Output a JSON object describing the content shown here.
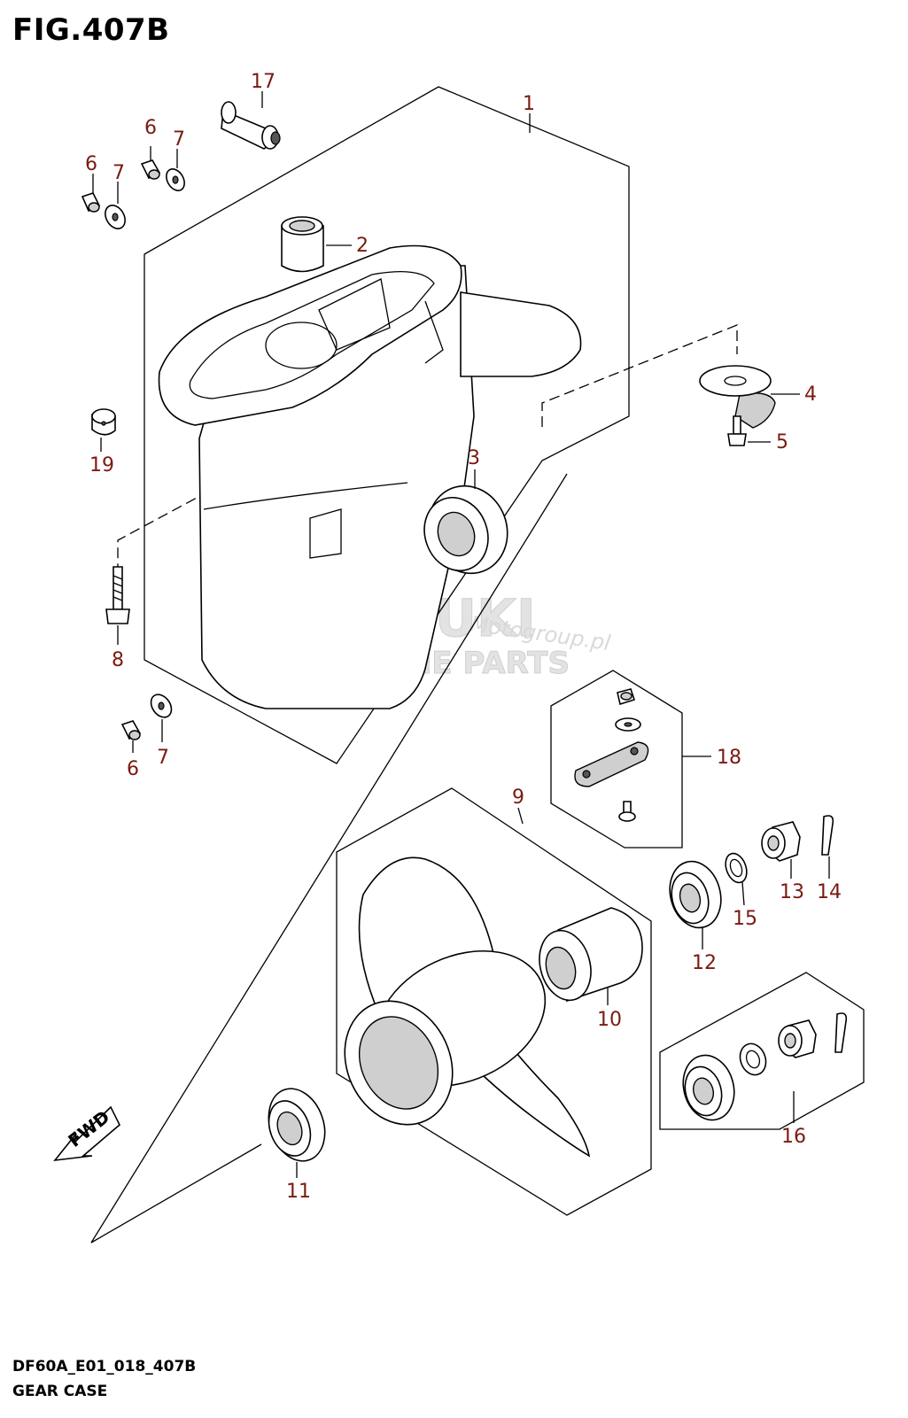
{
  "figure": {
    "title": "FIG.407B",
    "code": "DF60A_E01_018_407B",
    "name": "GEAR CASE"
  },
  "watermark": {
    "brand": "SUZUKI",
    "line2": "MARINE PARTS",
    "site": "Motogroup.pl"
  },
  "arrow": {
    "label": "FWD"
  },
  "callouts": {
    "c1": "1",
    "c2": "2",
    "c3": "3",
    "c4": "4",
    "c5": "5",
    "c6a": "6",
    "c6b": "6",
    "c6c": "6",
    "c7a": "7",
    "c7b": "7",
    "c7c": "7",
    "c8": "8",
    "c9": "9",
    "c10": "10",
    "c11": "11",
    "c12": "12",
    "c13": "13",
    "c14": "14",
    "c15": "15",
    "c16": "16",
    "c17": "17",
    "c18": "18",
    "c19": "19"
  }
}
